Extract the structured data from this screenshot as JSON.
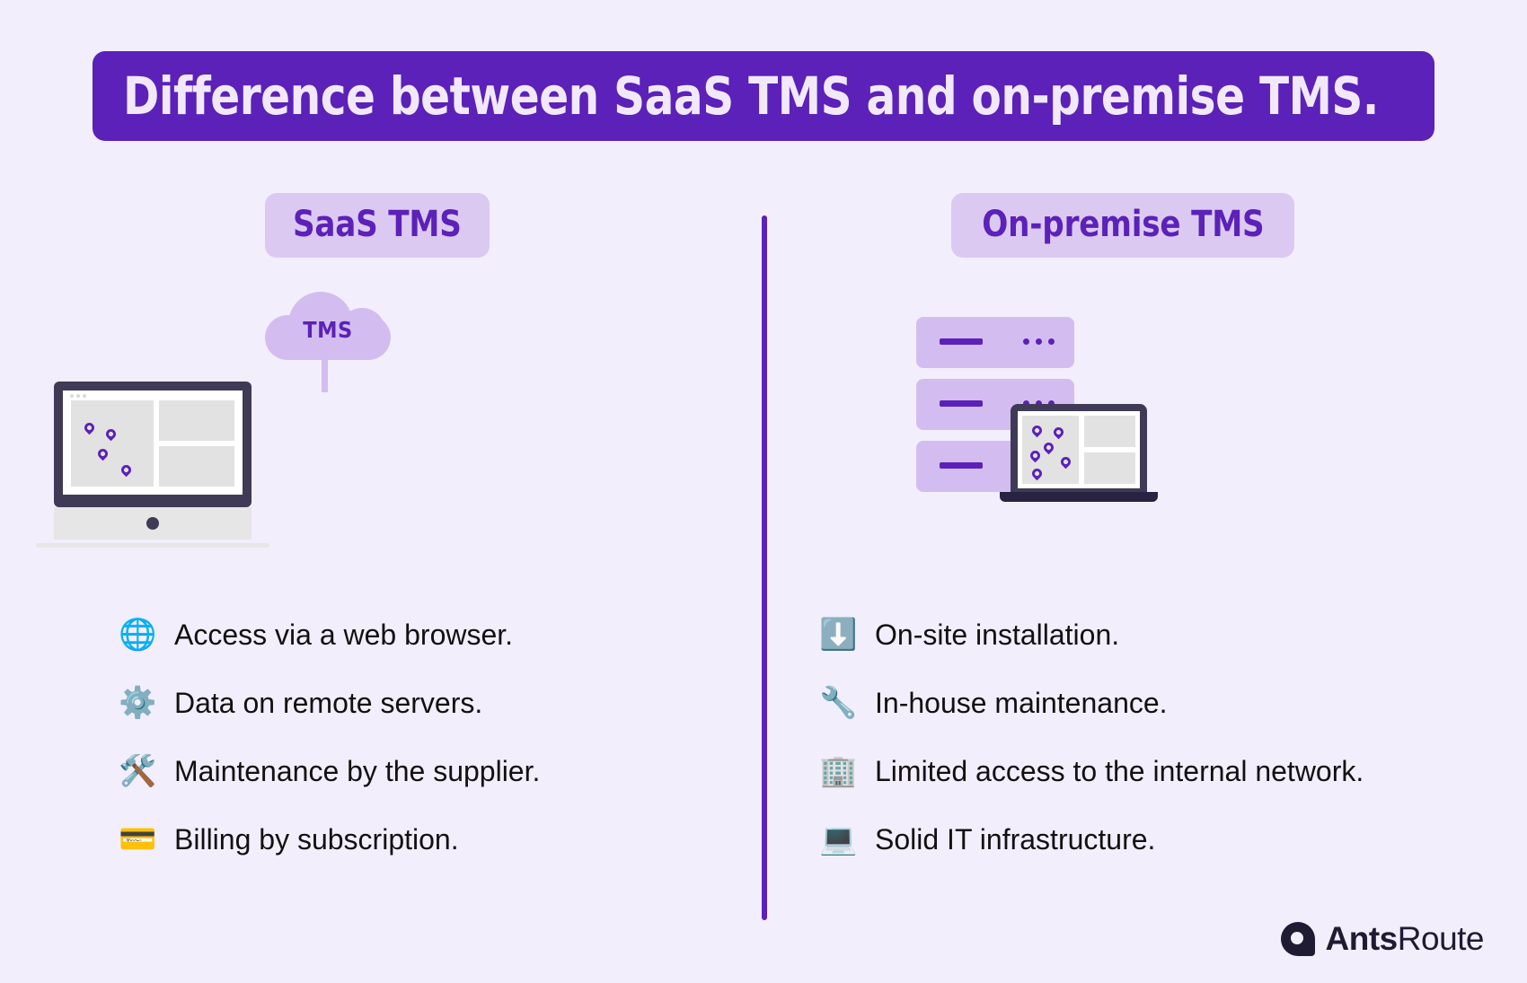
{
  "page": {
    "background_color": "#f3eefc",
    "title": "Difference between SaaS TMS and on-premise TMS.",
    "banner_color": "#5b21b8",
    "accent_color": "#5b21b8",
    "pill_color": "#dcc9f2"
  },
  "columns": {
    "left": {
      "heading": "SaaS TMS",
      "illustration": {
        "cloud_label": "TMS",
        "device": "desktop-monitor"
      },
      "bullets": [
        {
          "icon": "globe-icon",
          "glyph": "🌐",
          "text": "Access via a web browser."
        },
        {
          "icon": "gear-icon",
          "glyph": "⚙️",
          "text": "Data on remote servers."
        },
        {
          "icon": "hammer-wrench-icon",
          "glyph": "🛠️",
          "text": "Maintenance by the supplier."
        },
        {
          "icon": "credit-card-icon",
          "glyph": "💳",
          "text": "Billing by subscription."
        }
      ]
    },
    "right": {
      "heading": "On-premise TMS",
      "illustration": {
        "device": "server-rack-and-laptop",
        "rack_count": 3
      },
      "bullets": [
        {
          "icon": "download-arrow-icon",
          "glyph": "⬇️",
          "text": "On-site installation."
        },
        {
          "icon": "wrench-icon",
          "glyph": "🔧",
          "text": "In-house maintenance."
        },
        {
          "icon": "office-building-icon",
          "glyph": "🏢",
          "text": "Limited access to the internal network."
        },
        {
          "icon": "laptop-icon",
          "glyph": "💻",
          "text": "Solid IT infrastructure."
        }
      ]
    }
  },
  "logo": {
    "mark": "ants-route-location-mark",
    "name_bold": "Ants",
    "name_light": "Route"
  }
}
